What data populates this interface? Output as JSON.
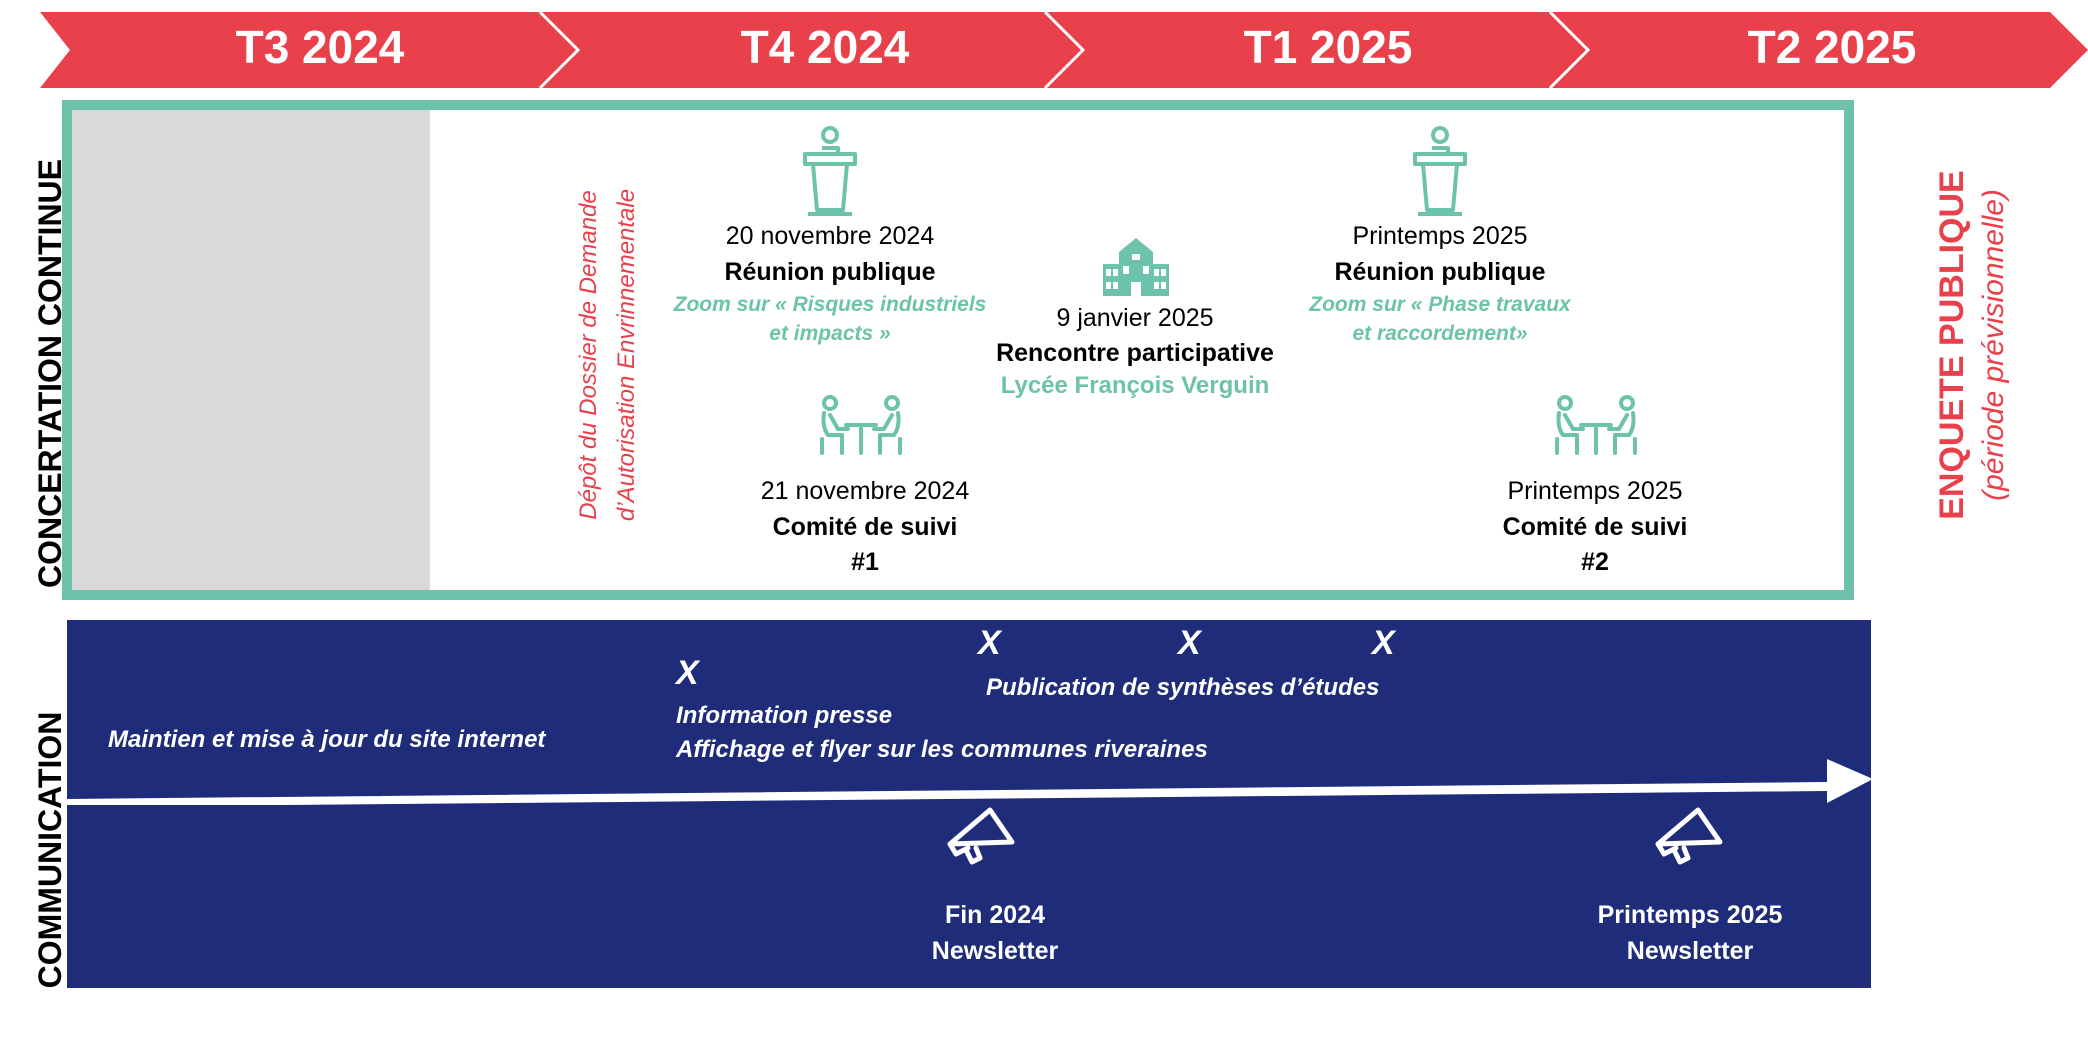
{
  "timeline": {
    "periods": [
      "T3 2024",
      "T4 2024",
      "T1 2025",
      "T2 2025"
    ]
  },
  "side_labels": {
    "concertation": "CONCERTATION CONTINUE",
    "communication": "COMMUNICATION"
  },
  "enquete": {
    "title": "ENQUETE PUBLIQUE",
    "subtitle": "(période prévisionnelle)"
  },
  "depot": {
    "line1": "Dépôt du Dossier de Demande",
    "line2": "d’Autorisation Envrinnementale"
  },
  "events": {
    "reunion1": {
      "icon": "podium-icon",
      "date": "20 novembre 2024",
      "title": "Réunion publique",
      "zoom_line1": "Zoom sur «  Risques industriels",
      "zoom_line2": "et impacts »"
    },
    "comite1": {
      "icon": "meeting-icon",
      "date": "21 novembre 2024",
      "title_line1": "Comité de suivi",
      "title_line2": "#1"
    },
    "rencontre": {
      "icon": "school-icon",
      "date": "9 janvier 2025",
      "title": "Rencontre participative",
      "place": "Lycée François Verguin"
    },
    "reunion2": {
      "icon": "podium-icon",
      "date": "Printemps 2025",
      "title": "Réunion publique",
      "zoom_line1": "Zoom sur «  Phase travaux",
      "zoom_line2": "et raccordement»"
    },
    "comite2": {
      "icon": "meeting-icon",
      "date": "Printemps 2025",
      "title_line1": "Comité de suivi",
      "title_line2": "#2"
    }
  },
  "communication": {
    "site_internet": "Maintien et mise à jour du site internet",
    "x_mark": "X",
    "presse_line1": "Information presse",
    "presse_line2": "Affichage et flyer sur les communes riveraines",
    "syntheses": "Publication de synthèses d’études",
    "newsletter1_line1": "Fin 2024",
    "newsletter1_line2": "Newsletter",
    "newsletter2_line1": "Printemps 2025",
    "newsletter2_line2": "Newsletter",
    "newsletter_icon": "megaphone-icon"
  },
  "colors": {
    "red": "#e9414c",
    "green": "#6cc3aa",
    "navy": "#1f2c79",
    "grey": "#d9d9d9"
  }
}
